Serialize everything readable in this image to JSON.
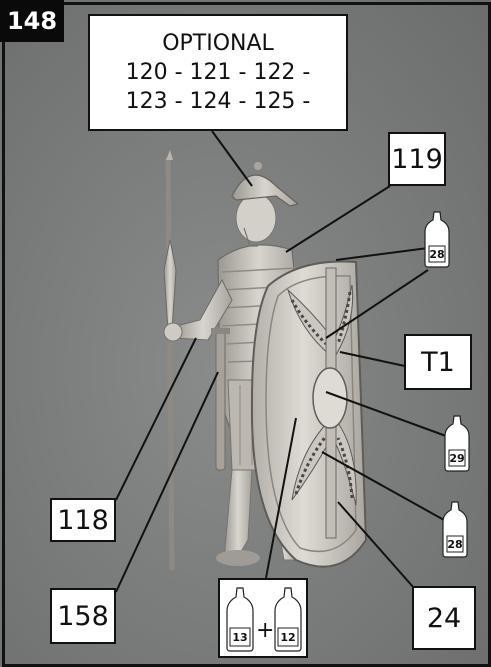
{
  "step_number": "148",
  "optional_box": {
    "title": "OPTIONAL",
    "line1": "120 - 121 - 122 -",
    "line2": "123 - 124 - 125 -"
  },
  "part_labels": {
    "helmet_crest": "119",
    "shield_boss": "T1",
    "spear": "118",
    "sword": "158",
    "shield_edge": "24"
  },
  "paint_codes": {
    "upper_right": "28",
    "middle_right": "29",
    "lower_right": "28",
    "mix_a": "13",
    "mix_plus": "+",
    "mix_b": "12"
  },
  "colors": {
    "background": "#7b7d7d",
    "figure": "#c9c6c0",
    "line": "#111111"
  }
}
